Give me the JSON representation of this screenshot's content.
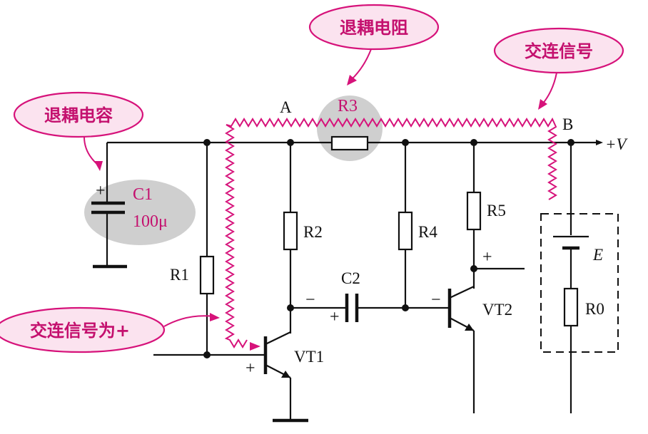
{
  "labels": {
    "node_a": "A",
    "node_b": "B",
    "supply": "+V",
    "r1": "R1",
    "r2": "R2",
    "r3": "R3",
    "r4": "R4",
    "r5": "R5",
    "r0": "R0",
    "c1": "C1",
    "c1_value": "100μ",
    "c2": "C2",
    "vt1": "VT1",
    "vt2": "VT2",
    "battery": "E"
  },
  "signs": {
    "c1_plus": "+",
    "c2_plus": "+",
    "c2_minus": "−",
    "vt1_base_plus": "+",
    "vt2_base_minus": "−",
    "vt2_collector_plus": "+"
  },
  "callouts": {
    "decoupling_capacitor": "退耦电容",
    "decoupling_resistor": "退耦电阻",
    "ac_signal": "交连信号",
    "ac_signal_positive": "交连信号为+"
  },
  "colors": {
    "accent": "#d6127a",
    "callout_fill": "#fbe3ef",
    "highlight": "#cfcfcf"
  }
}
